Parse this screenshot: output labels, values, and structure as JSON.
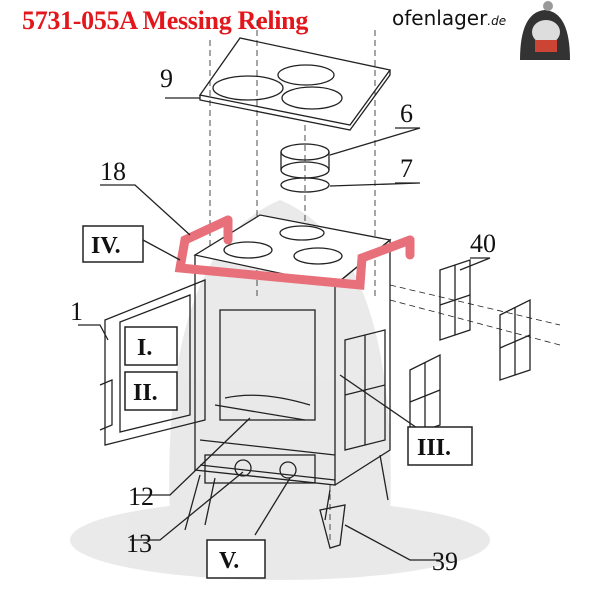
{
  "title": "5731-055A Messing Reling",
  "logo": {
    "name": "ofenlager",
    "tld": ".de"
  },
  "colors": {
    "title": "#e3161b",
    "highlight_part": "#e8707a",
    "line": "#222222"
  },
  "part_numbers": [
    "9",
    "6",
    "7",
    "18",
    "40",
    "1",
    "12",
    "13",
    "39"
  ],
  "detail_boxes": [
    "IV.",
    "I.",
    "II.",
    "III.",
    "V."
  ]
}
